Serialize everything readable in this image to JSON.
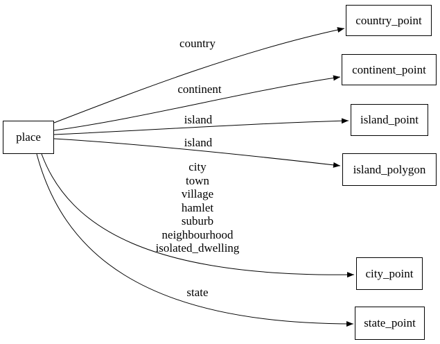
{
  "diagram": {
    "type": "directed-graph",
    "background_color": "#ffffff",
    "edge_color": "#000000",
    "node_border_color": "#000000",
    "text_color": "#000000",
    "nodes": [
      {
        "id": "place",
        "label": "place"
      },
      {
        "id": "country_point",
        "label": "country_point"
      },
      {
        "id": "continent_point",
        "label": "continent_point"
      },
      {
        "id": "island_point",
        "label": "island_point"
      },
      {
        "id": "island_polygon",
        "label": "island_polygon"
      },
      {
        "id": "city_point",
        "label": "city_point"
      },
      {
        "id": "state_point",
        "label": "state_point"
      }
    ],
    "edges": [
      {
        "from": "place",
        "to": "country_point",
        "label": "country"
      },
      {
        "from": "place",
        "to": "continent_point",
        "label": "continent"
      },
      {
        "from": "place",
        "to": "island_point",
        "label": "island"
      },
      {
        "from": "place",
        "to": "island_polygon",
        "label": "island"
      },
      {
        "from": "place",
        "to": "city_point",
        "label_lines": [
          "city",
          "town",
          "village",
          "hamlet",
          "suburb",
          "neighbourhood",
          "isolated_dwelling"
        ]
      },
      {
        "from": "place",
        "to": "state_point",
        "label": "state"
      }
    ]
  }
}
